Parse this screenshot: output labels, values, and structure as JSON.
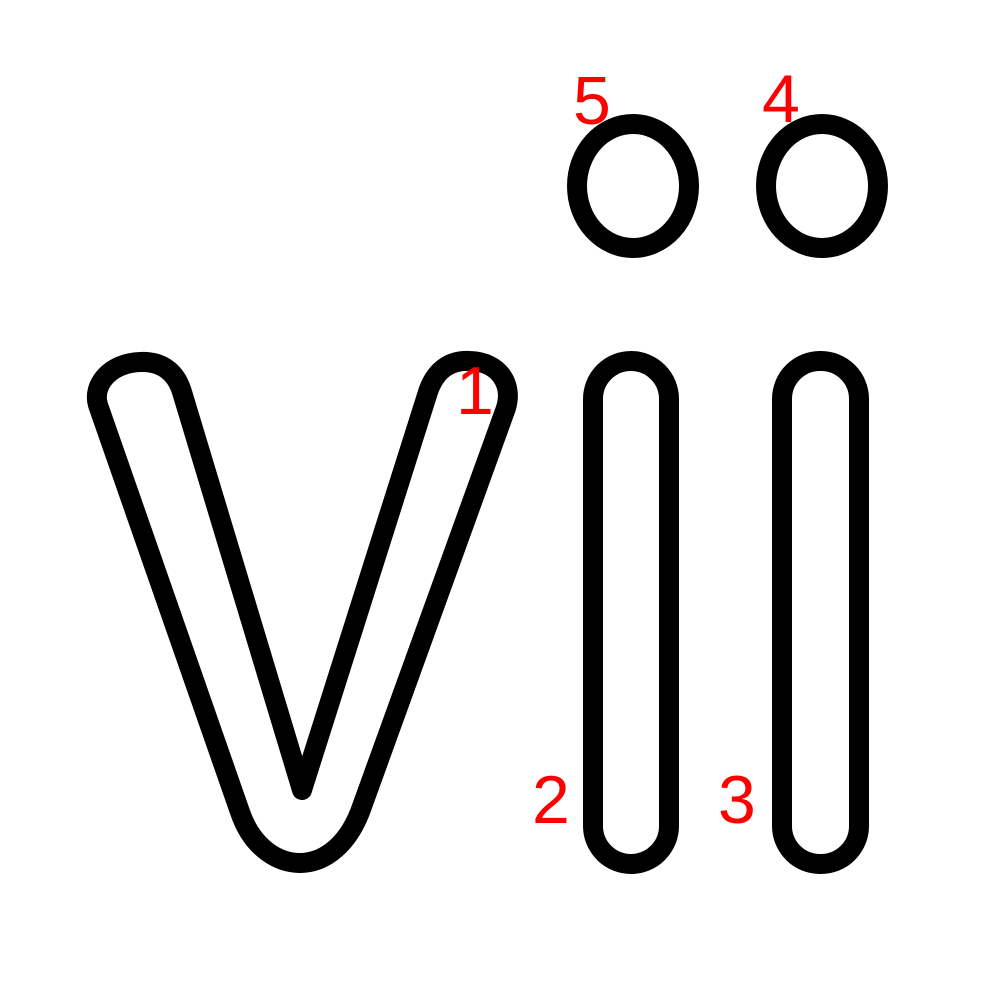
{
  "colors": {
    "background": "#ffffff",
    "outline": "#000000",
    "label": "#ff0000"
  },
  "strokes": [
    {
      "id": "v-stroke",
      "label": "1"
    },
    {
      "id": "first-stem-stroke",
      "label": "2"
    },
    {
      "id": "second-stem-stroke",
      "label": "3"
    },
    {
      "id": "right-dot-stroke",
      "label": "4"
    },
    {
      "id": "left-dot-stroke",
      "label": "5"
    }
  ]
}
